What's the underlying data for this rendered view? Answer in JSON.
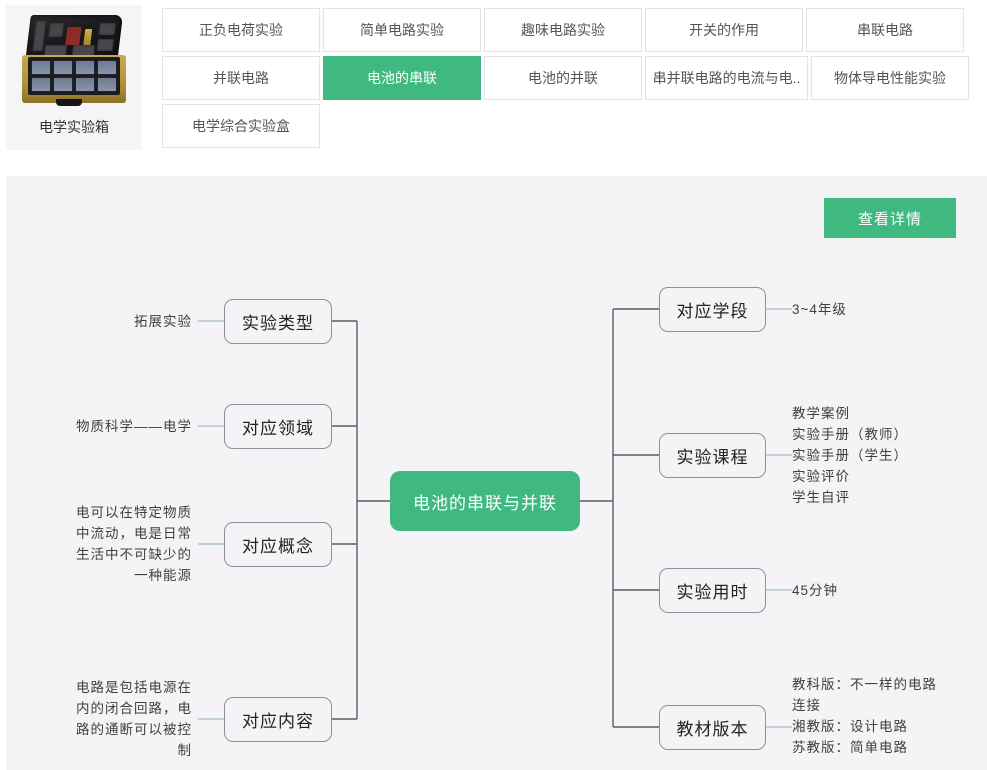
{
  "product": {
    "title": "电学实验箱",
    "image_alt": "电学实验箱产品图"
  },
  "tabs": [
    {
      "label": "正负电荷实验",
      "active": false
    },
    {
      "label": "简单电路实验",
      "active": false
    },
    {
      "label": "趣味电路实验",
      "active": false
    },
    {
      "label": "开关的作用",
      "active": false
    },
    {
      "label": "串联电路",
      "active": false
    },
    {
      "label": "并联电路",
      "active": false
    },
    {
      "label": "电池的串联",
      "active": true
    },
    {
      "label": "电池的并联",
      "active": false
    },
    {
      "label": "串并联电路的电流与电..",
      "active": false
    },
    {
      "label": "物体导电性能实验",
      "active": false
    },
    {
      "label": "电学综合实验盒",
      "active": false
    }
  ],
  "detail_button": {
    "label": "查看详情"
  },
  "mindmap": {
    "center": {
      "label": "电池的串联与并联"
    },
    "left_branches": [
      {
        "node": "实验类型",
        "leaf": "拓展实验"
      },
      {
        "node": "对应领域",
        "leaf": "物质科学——电学"
      },
      {
        "node": "对应概念",
        "leaf": "电可以在特定物质\n中流动，电是日常\n生活中不可缺少的\n一种能源"
      },
      {
        "node": "对应内容",
        "leaf": "电路是包括电源在\n内的闭合回路，电\n路的通断可以被控\n制"
      }
    ],
    "right_branches": [
      {
        "node": "对应学段",
        "leaf": "3~4年级"
      },
      {
        "node": "实验课程",
        "leaf": "教学案例\n实验手册（教师）\n实验手册（学生）\n实验评价\n学生自评"
      },
      {
        "node": "实验用时",
        "leaf": "45分钟"
      },
      {
        "node": "教材版本",
        "leaf": "教科版：不一样的电路\n连接\n湘教版：设计电路\n苏教版：简单电路"
      }
    ]
  },
  "colors": {
    "accent_green": "#3fb980",
    "panel_bg": "#f4f4f6",
    "node_border": "#8e9199",
    "trunk_line": "#5a5d63",
    "leaf_line": "#b9ccd6",
    "tab_border": "#e4e4e4"
  }
}
